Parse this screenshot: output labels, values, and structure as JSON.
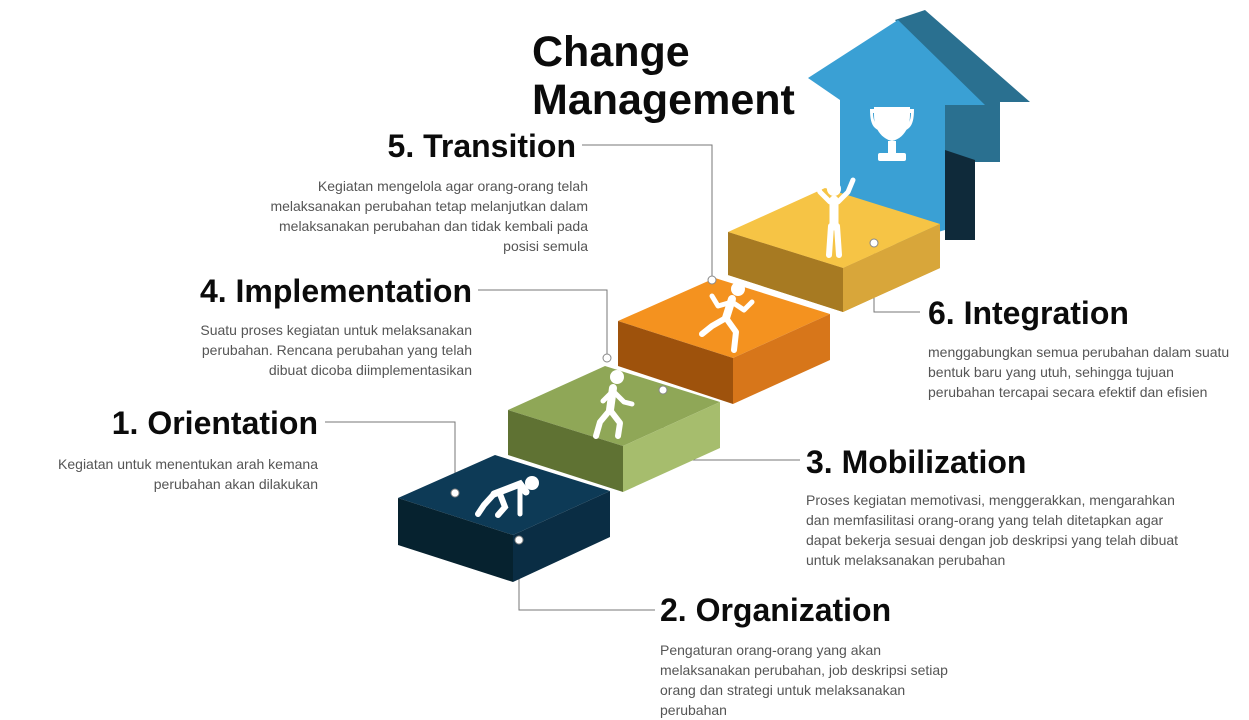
{
  "title": {
    "line1": "Change",
    "line2": "Management"
  },
  "steps": [
    {
      "heading": "1. Orientation",
      "text": "Kegiatan untuk menentukan arah kemana perubahan akan dilakukan",
      "color": "#0d3a56",
      "icon": "crouching-start-runner-icon"
    },
    {
      "heading": "2. Organization",
      "text": "Pengaturan orang-orang yang akan melaksanakan perubahan, job deskripsi setiap orang dan strategi untuk melaksanakan perubahan",
      "color": "#0d3a56",
      "icon": "crouching-start-runner-icon"
    },
    {
      "heading": "3. Mobilization",
      "text": "Proses kegiatan memotivasi, menggerakkan, mengarahkan dan memfasilitasi orang-orang yang telah ditetapkan agar dapat bekerja sesuai dengan job deskripsi yang telah dibuat untuk melaksanakan perubahan",
      "color": "#8fa757",
      "icon": "walking-person-icon"
    },
    {
      "heading": "4. Implementation",
      "text": "Suatu proses kegiatan untuk melaksanakan perubahan. Rencana perubahan yang telah dibuat dicoba diimplementasikan",
      "color": "#8fa757",
      "icon": "walking-person-icon"
    },
    {
      "heading": "5. Transition",
      "text": "Kegiatan mengelola agar orang-orang telah melaksanakan perubahan tetap melanjutkan dalam melaksanakan perubahan dan tidak kembali pada posisi semula",
      "color": "#f4921f",
      "icon": "running-person-icon"
    },
    {
      "heading": "6. Integration",
      "text": "menggabungkan semua perubahan dalam suatu bentuk baru yang utuh, sehingga tujuan perubahan tercapai secara efektif dan efisien",
      "color": "#f6c445",
      "icon": "arms-raised-person-icon"
    }
  ],
  "arrow": {
    "color": "#3aa0d4",
    "icon": "trophy-icon"
  }
}
